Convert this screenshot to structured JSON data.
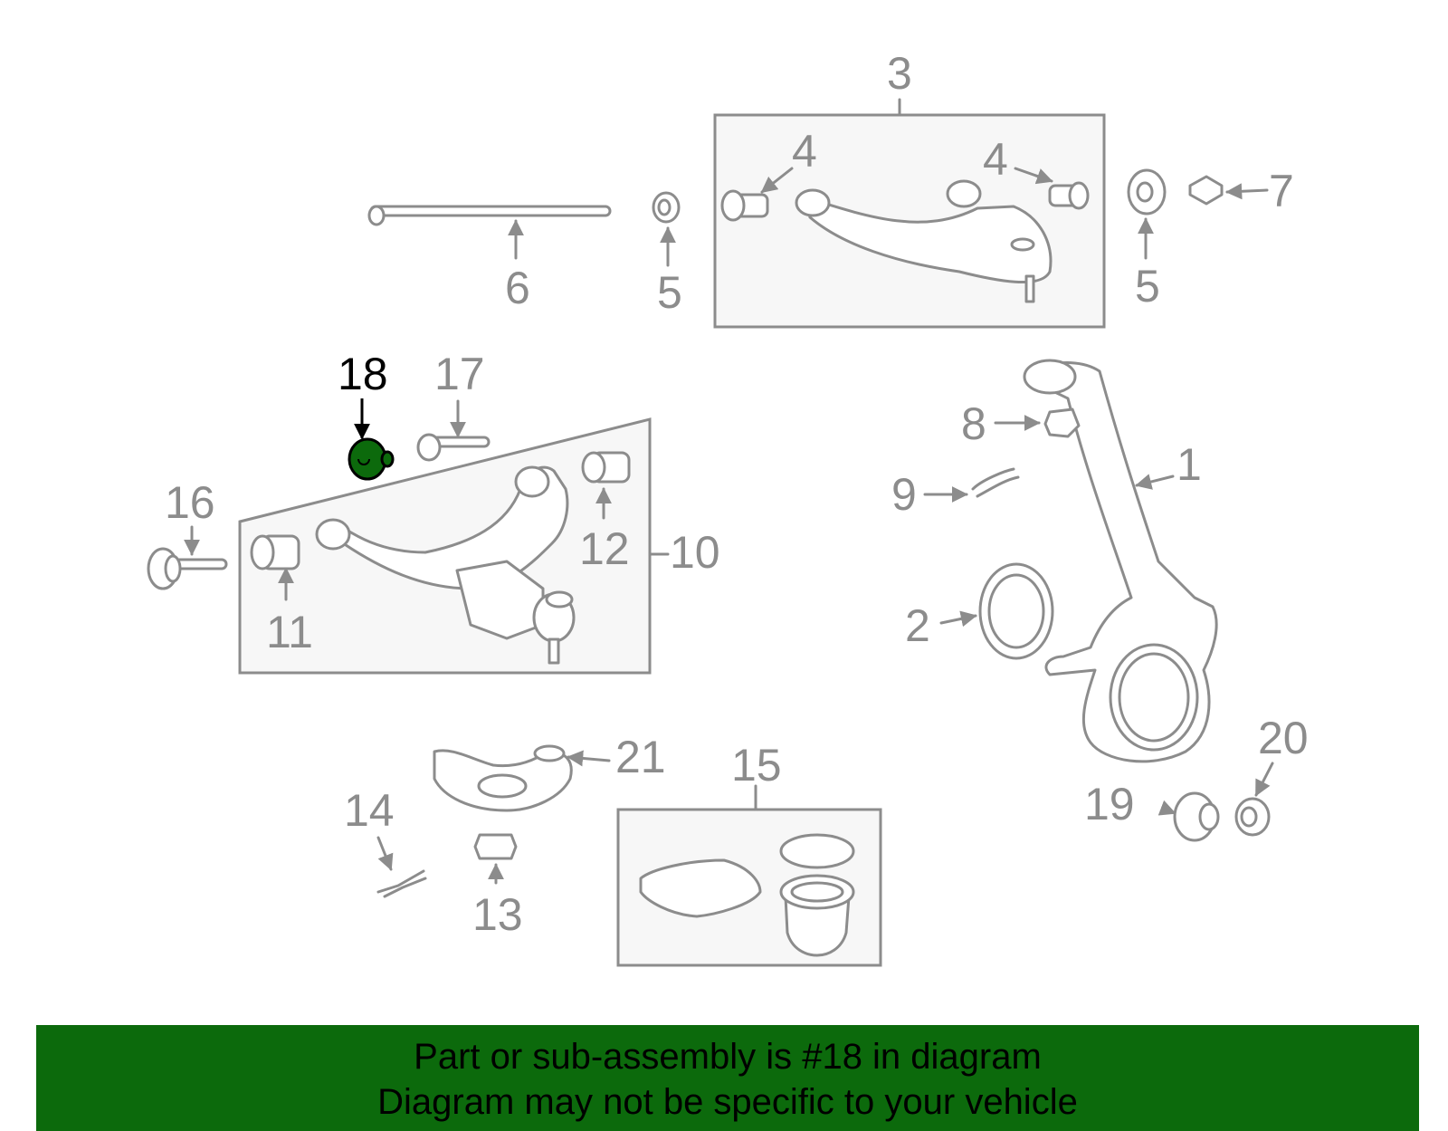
{
  "diagram": {
    "highlight_color": "#0c6a0c",
    "highlighted_part": "18",
    "callouts": [
      "1",
      "2",
      "3",
      "4",
      "4",
      "5",
      "5",
      "6",
      "7",
      "8",
      "9",
      "10",
      "11",
      "12",
      "13",
      "14",
      "15",
      "16",
      "17",
      "18",
      "19",
      "20",
      "21"
    ]
  },
  "banner": {
    "line1": "Part or sub-assembly is #18 in diagram",
    "line2": "Diagram may not be specific to your vehicle",
    "background": "#0c6a0c"
  }
}
